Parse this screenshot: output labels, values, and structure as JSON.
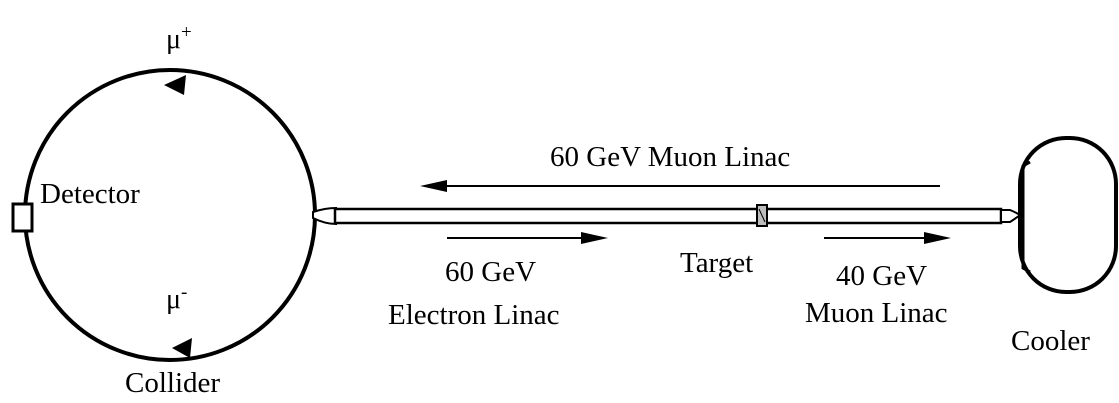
{
  "labels": {
    "mu_plus": "μ",
    "mu_plus_sign": "+",
    "mu_minus": "μ",
    "mu_minus_sign": "-",
    "detector": "Detector",
    "collider": "Collider",
    "muon_linac_60": "60 GeV Muon Linac",
    "electron_linac_energy": "60 GeV",
    "electron_linac_name": "Electron  Linac",
    "target": "Target",
    "muon_linac_40_energy": "40 GeV",
    "muon_linac_40_name": "Muon Linac",
    "cooler": "Cooler"
  }
}
